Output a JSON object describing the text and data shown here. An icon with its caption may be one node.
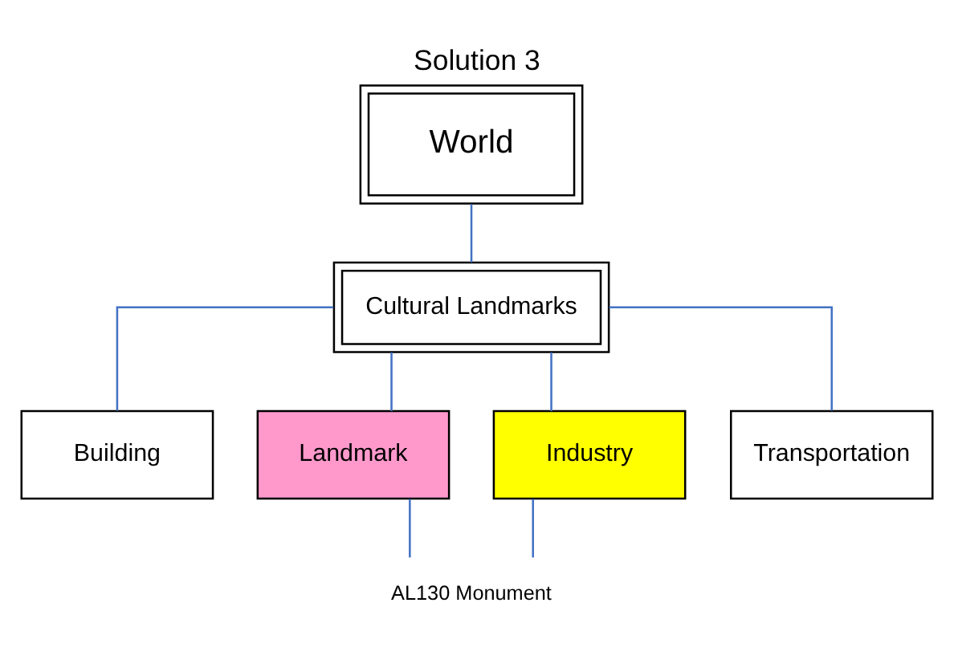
{
  "diagram": {
    "title": "Solution 3",
    "nodes": [
      {
        "text": [
          "World"
        ]
      },
      {
        "text": [
          "Cultural Landmarks"
        ]
      },
      {
        "text": [
          "Building"
        ]
      },
      {
        "text": [
          "Landmark"
        ]
      },
      {
        "text": [
          "Industry"
        ]
      },
      {
        "text": [
          "Transportation"
        ]
      },
      {
        "text": [
          "AL130 Monument"
        ]
      }
    ],
    "edges": [
      {
        "from": 0,
        "to": 1,
        "arrow": "none"
      },
      {
        "from": 1,
        "to": 2,
        "arrow": "none"
      },
      {
        "from": 1,
        "to": 3,
        "arrow": "none"
      },
      {
        "from": 1,
        "to": 4,
        "arrow": "none"
      },
      {
        "from": 1,
        "to": 5,
        "arrow": "none"
      },
      {
        "from": 3,
        "to": 6,
        "arrow": "none"
      },
      {
        "from": 4,
        "to": 6,
        "arrow": "none"
      }
    ]
  }
}
